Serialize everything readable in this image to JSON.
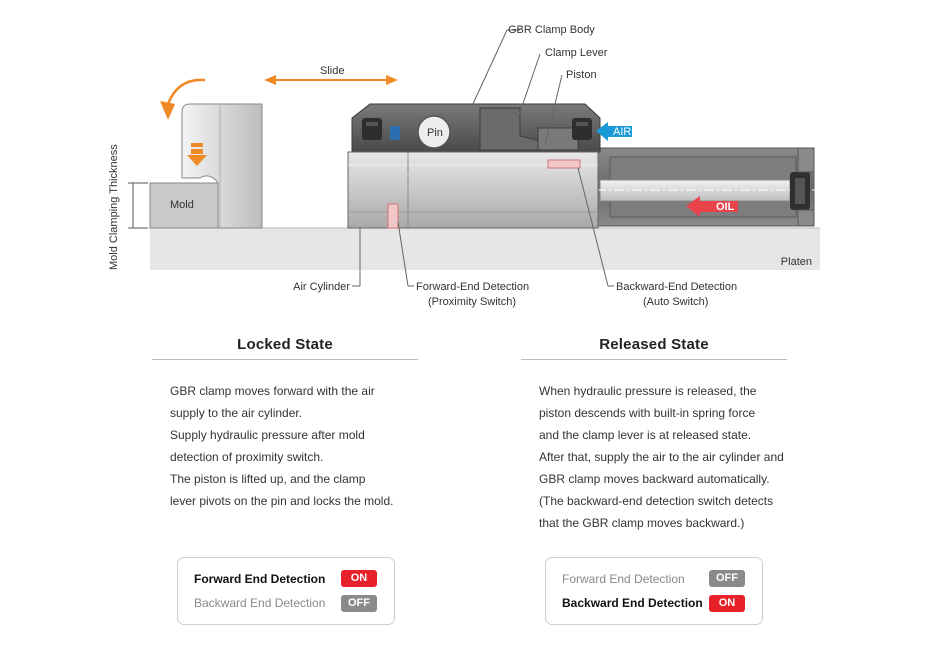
{
  "diagram": {
    "labels": {
      "gbr_clamp_body": "GBR Clamp Body",
      "clamp_lever": "Clamp Lever",
      "piston": "Piston",
      "slide": "Slide",
      "pin": "Pin",
      "air": "AIR",
      "oil": "OIL",
      "mold": "Mold",
      "mold_clamping_thickness": "Mold Clamping Thickness",
      "platen": "Platen",
      "air_cylinder": "Air Cylinder",
      "forward_end_detection": "Forward-End Detection",
      "proximity_switch": "(Proximity Switch)",
      "backward_end_detection": "Backward-End Detection",
      "auto_switch": "(Auto Switch)"
    },
    "colors": {
      "arrow_orange": "#f08a24",
      "air_blue": "#1a9ad6",
      "oil_red": "#e8424a",
      "body_dark": "#5c5c5c",
      "body_mid": "#9a9a9a",
      "body_light": "#d8d8d8",
      "platen": "#e6e6e6"
    }
  },
  "locked": {
    "title": "Locked State",
    "lines": [
      "GBR clamp moves forward with the air",
      "supply to the air cylinder.",
      "Supply hydraulic pressure after mold",
      "detection of proximity switch.",
      "The piston is lifted up, and the clamp",
      "lever pivots on the pin and locks the mold."
    ],
    "status": [
      {
        "label": "Forward End Detection",
        "value": "ON",
        "active": true
      },
      {
        "label": "Backward End Detection",
        "value": "OFF",
        "active": false
      }
    ]
  },
  "released": {
    "title": "Released State",
    "lines": [
      "When hydraulic pressure is released, the",
      "piston descends with built-in spring force",
      "and the clamp lever is at released state.",
      "After that, supply the air to the air cylinder and",
      "GBR clamp moves backward automatically.",
      "(The backward-end detection switch detects",
      "that the GBR clamp moves backward.)"
    ],
    "status": [
      {
        "label": "Forward End Detection",
        "value": "OFF",
        "active": false
      },
      {
        "label": "Backward End Detection",
        "value": "ON",
        "active": true
      }
    ]
  },
  "badge_colors": {
    "ON": "#e8202a",
    "OFF": "#8a8a8a"
  }
}
